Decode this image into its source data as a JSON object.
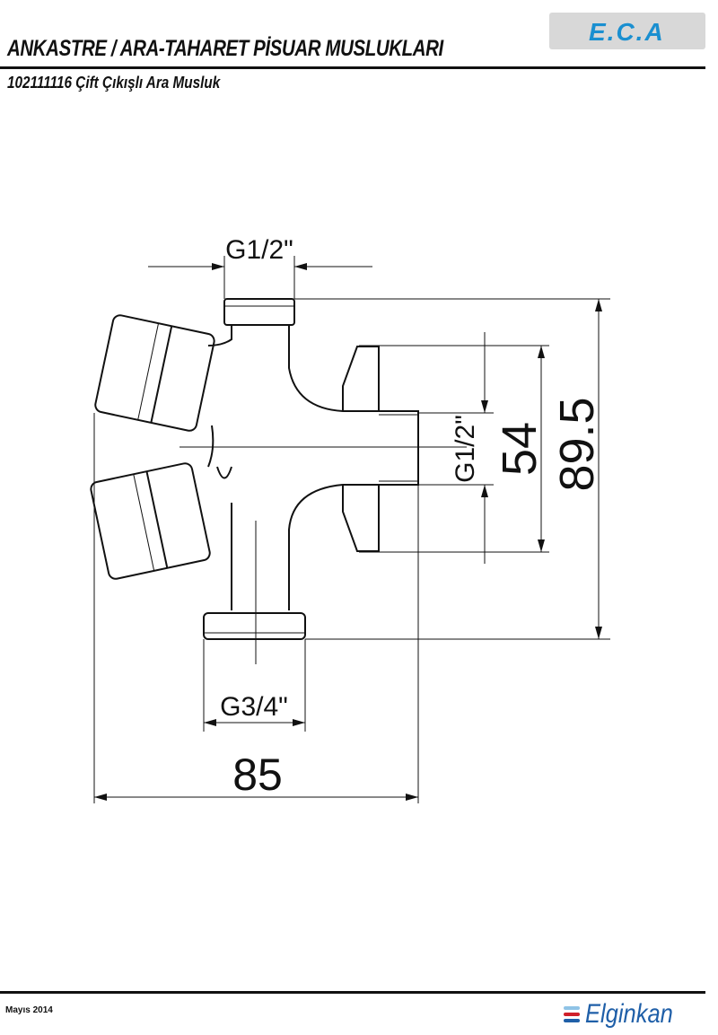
{
  "header": {
    "title": "ANKASTRE / ARA-TAHARET PİSUAR MUSLUKLARI",
    "subtitle": "102111116  Çift Çıkışlı Ara Musluk",
    "logo_text": "E.C.A"
  },
  "drawing": {
    "dim_top_thread": "G1/2\"",
    "dim_right_thread": "G1/2\"",
    "dim_bottom_thread": "G3/4\"",
    "dim_width": "85",
    "dim_outlet_height": "54",
    "dim_total_height": "89.5"
  },
  "footer": {
    "date": "Mayıs 2014",
    "brand": "Elginkan"
  },
  "colors": {
    "logo_blue": "#1a8fd0",
    "brand_blue": "#1f5fa8",
    "brand_red": "#d0202a",
    "brand_light": "#8fc3e6"
  }
}
